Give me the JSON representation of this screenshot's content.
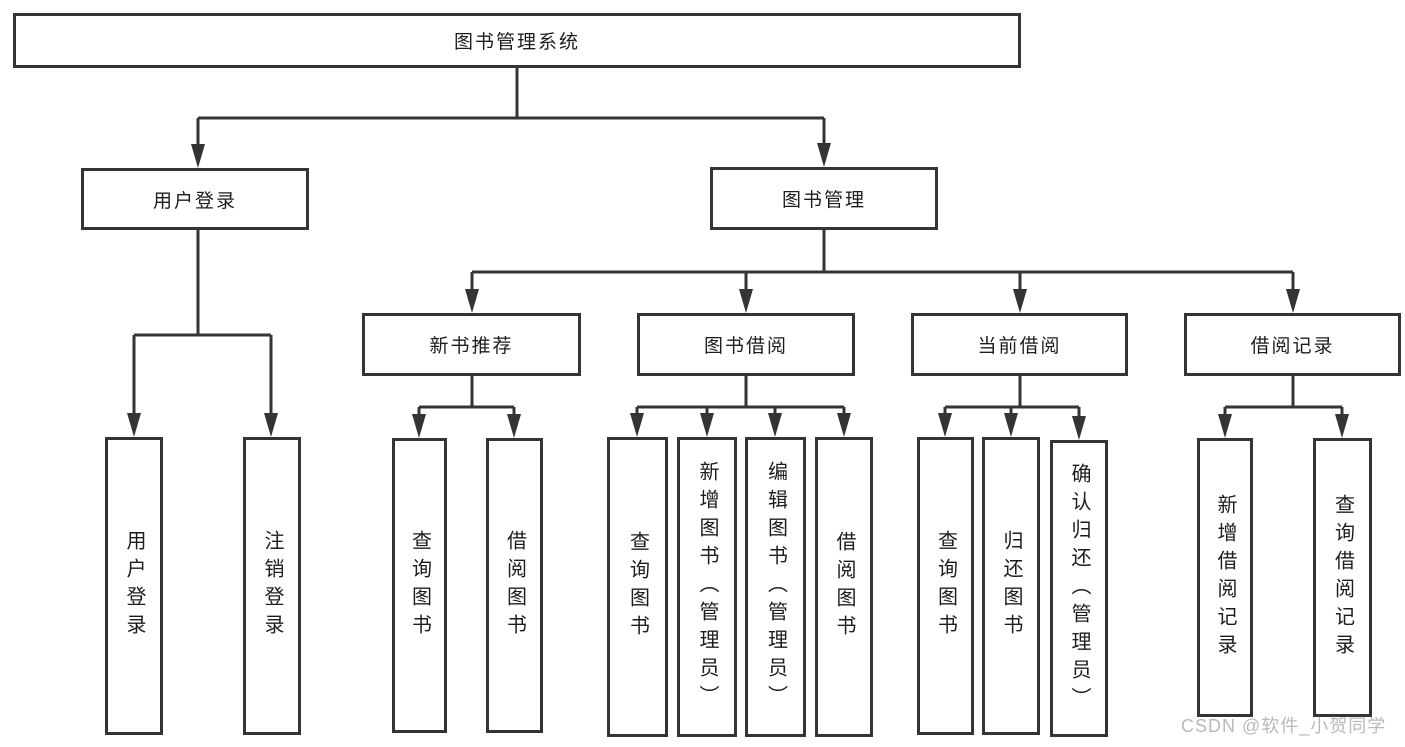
{
  "tree": {
    "root": "图书管理系统",
    "level2": [
      {
        "label": "用户登录",
        "children": [
          "用户登录",
          "注销登录"
        ]
      },
      {
        "label": "图书管理",
        "children": [
          {
            "label": "新书推荐",
            "children": [
              "查询图书",
              "借阅图书"
            ]
          },
          {
            "label": "图书借阅",
            "children": [
              "查询图书",
              "新增图书（管理员）",
              "编辑图书（管理员）",
              "借阅图书"
            ]
          },
          {
            "label": "当前借阅",
            "children": [
              "查询图书",
              "归还图书",
              "确认归还（管理员）"
            ]
          },
          {
            "label": "借阅记录",
            "children": [
              "新增借阅记录",
              "查询借阅记录"
            ]
          }
        ]
      }
    ]
  },
  "watermark": {
    "text": "CSDN @软件_小贺同学"
  },
  "colors": {
    "line": "#343434",
    "node_border": "#343434",
    "node_text": "#1d1d1d",
    "background": "#ffffff",
    "watermark_text": "#b9b9b9"
  }
}
